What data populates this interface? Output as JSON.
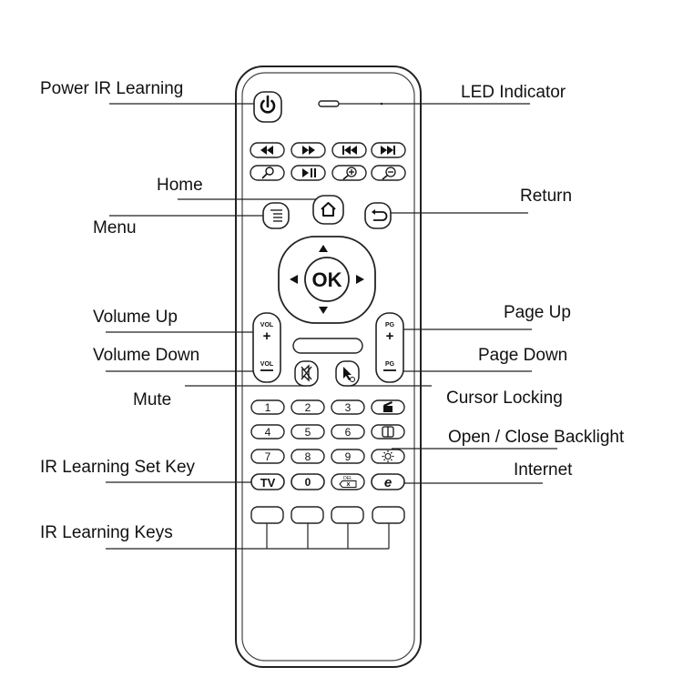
{
  "labels": {
    "power_ir_learning": "Power IR Learning",
    "led_indicator": "LED Indicator",
    "home": "Home",
    "return": "Return",
    "menu": "Menu",
    "volume_up": "Volume Up",
    "page_up": "Page Up",
    "volume_down": "Volume Down",
    "page_down": "Page Down",
    "mute": "Mute",
    "cursor_locking": "Cursor Locking",
    "backlight": "Open / Close Backlight",
    "ir_learning_set_key": "IR Learning Set Key",
    "internet": "Internet",
    "ir_learning_keys": "IR Learning Keys"
  },
  "keys": {
    "ok": "OK",
    "vol": "VOL",
    "pg": "PG",
    "plus": "+",
    "minus": "−",
    "del": "DEL",
    "tv": "TV",
    "zero": "0",
    "e": "e",
    "digits": [
      "1",
      "2",
      "3",
      "4",
      "5",
      "6",
      "7",
      "8",
      "9"
    ]
  }
}
